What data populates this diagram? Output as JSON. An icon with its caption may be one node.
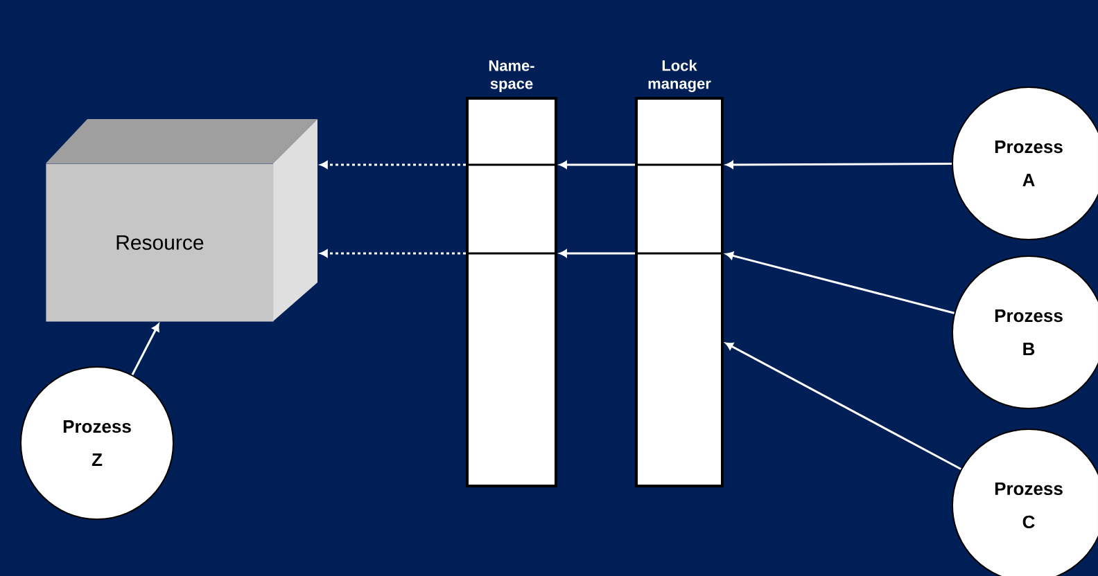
{
  "diagram": {
    "nodes": [
      {
        "text": [
          "Resource"
        ]
      },
      {
        "text": [
          "Name- space"
        ]
      },
      {
        "text": [
          "Lock manager"
        ]
      },
      {
        "text": [
          "Prozess A"
        ]
      },
      {
        "text": [
          "Prozess B"
        ]
      },
      {
        "text": [
          "Prozess C"
        ]
      },
      {
        "text": [
          "Prozess Z"
        ]
      }
    ],
    "edges": [
      {
        "from": 3,
        "to": 2,
        "arrow": "to"
      },
      {
        "from": 4,
        "to": 2,
        "arrow": "to"
      },
      {
        "from": 5,
        "to": 2,
        "arrow": "to"
      },
      {
        "from": 2,
        "to": 1,
        "arrow": "to"
      },
      {
        "from": 2,
        "to": 1,
        "arrow": "to"
      },
      {
        "from": 1,
        "to": 0,
        "arrow": "to",
        "style": "dashed"
      },
      {
        "from": 1,
        "to": 0,
        "arrow": "to",
        "style": "dashed"
      },
      {
        "from": 6,
        "to": 0,
        "arrow": "to"
      }
    ]
  }
}
